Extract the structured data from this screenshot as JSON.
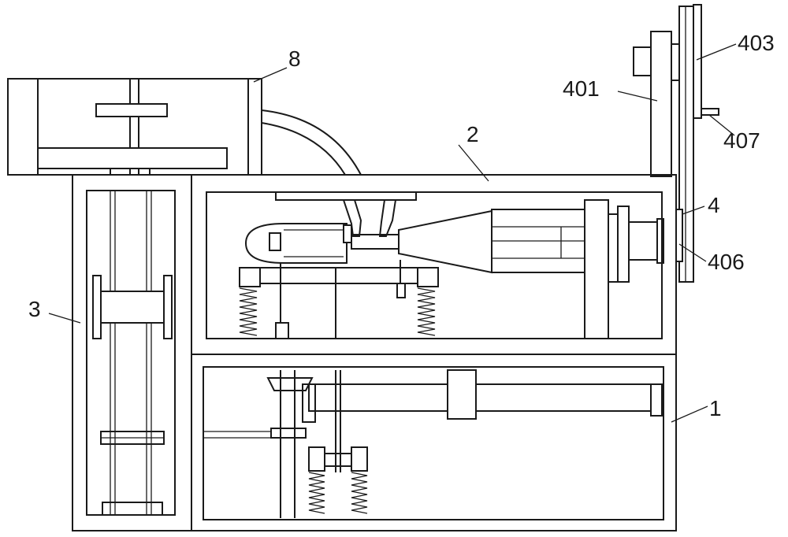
{
  "colors": {
    "line": "#1a1a1a",
    "background": "#ffffff"
  },
  "labels": {
    "part_1": "1",
    "part_2": "2",
    "part_3": "3",
    "part_4": "4",
    "part_8": "8",
    "part_401": "401",
    "part_403": "403",
    "part_406": "406",
    "part_407": "407"
  }
}
